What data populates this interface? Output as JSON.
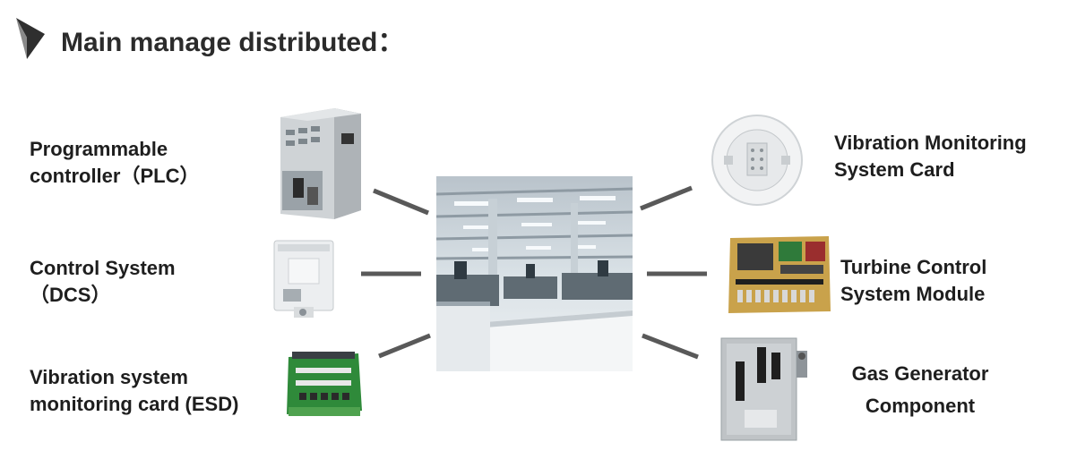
{
  "header": {
    "title": "Main manage distributed：",
    "bullet_icon": "triangle-bullet-icon"
  },
  "left_items": [
    {
      "line1": "Programmable",
      "line2": "controller（PLC）",
      "image_icon": "plc-controller-image"
    },
    {
      "line1": "Control System",
      "line2": "（DCS）",
      "image_icon": "dcs-module-image"
    },
    {
      "line1": "Vibration system",
      "line2": "monitoring card (ESD)",
      "image_icon": "esd-card-image"
    }
  ],
  "right_items": [
    {
      "line1": "Vibration Monitoring",
      "line2": "System Card",
      "image_icon": "vibration-card-image"
    },
    {
      "line1": "Turbine Control",
      "line2": "System Module",
      "image_icon": "turbine-module-image"
    },
    {
      "line1": "Gas Generator",
      "line2": "Component",
      "image_icon": "gas-generator-image"
    }
  ],
  "center": {
    "image_icon": "factory-floor-image"
  },
  "colors": {
    "connector": "#595959",
    "title": "#2b2b2b",
    "text": "#1e1e1e"
  }
}
